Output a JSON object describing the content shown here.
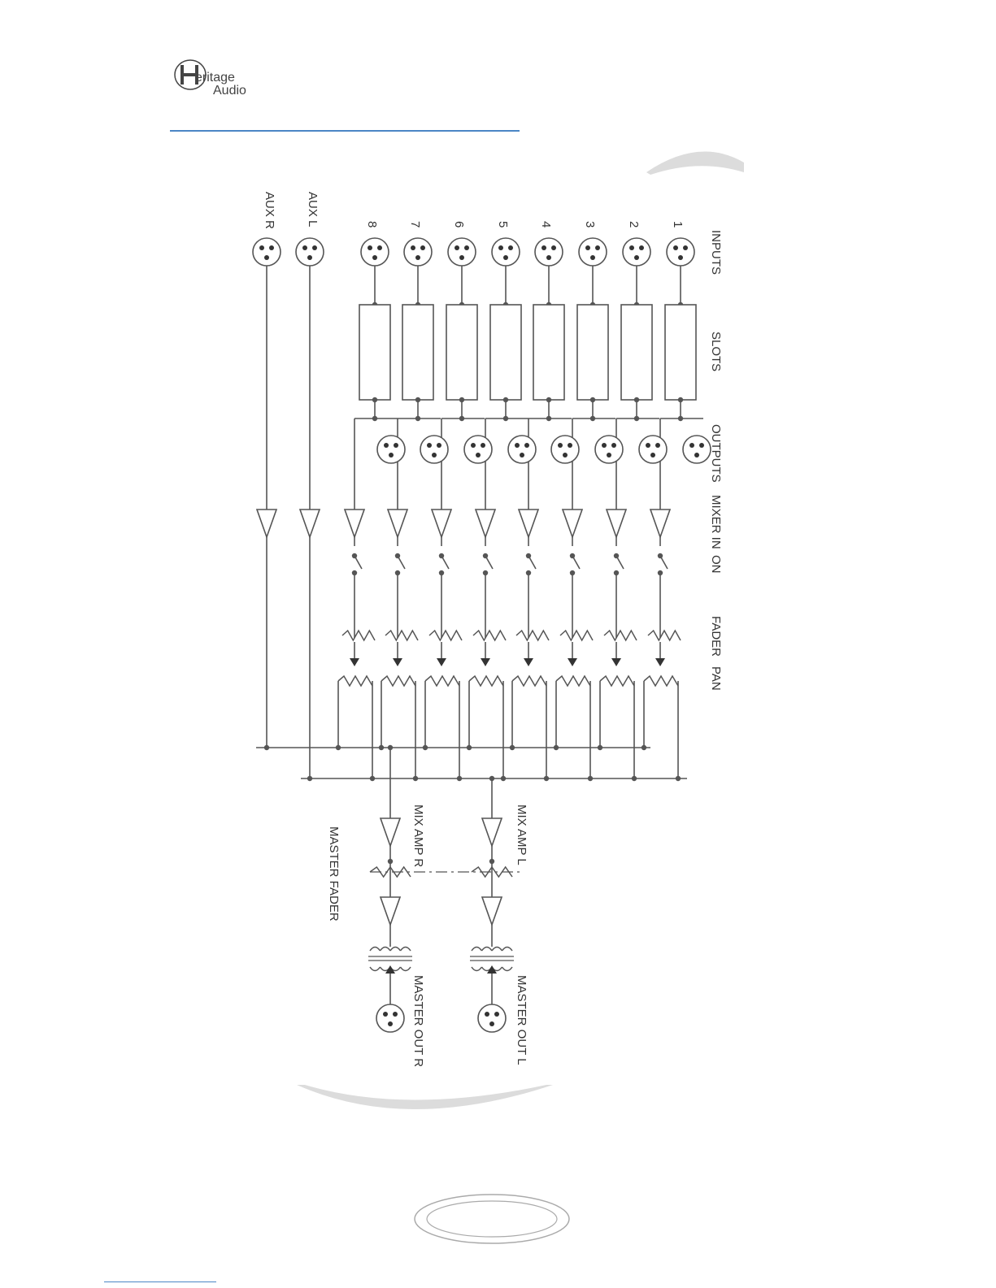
{
  "logo": {
    "line1": "eritage",
    "line2": "Audio"
  },
  "labels": {
    "inputs": "INPUTS",
    "slots": "SLOTS",
    "outputs": "OUTPUTS",
    "mixer_in": "MIXER IN",
    "on": "ON",
    "fader": "FADER",
    "pan": "PAN",
    "aux_l": "AUX L",
    "aux_r": "AUX R",
    "mix_amp_l": "MIX AMP L",
    "mix_amp_r": "MIX AMP R",
    "master_fader": "MASTER FADER",
    "master_out_l": "MASTER OUT L",
    "master_out_r": "MASTER OUT R"
  },
  "channels": [
    "1",
    "2",
    "3",
    "4",
    "5",
    "6",
    "7",
    "8"
  ],
  "colors": {
    "rule": "#4a86c5",
    "line": "#555555",
    "watermark": "#dcdcdc"
  }
}
